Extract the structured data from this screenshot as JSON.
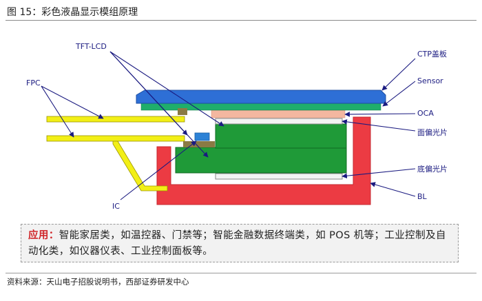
{
  "figure": {
    "title": "图 15：彩色液晶显示模组原理"
  },
  "labels": {
    "tft_lcd": "TFT-LCD",
    "fpc": "FPC",
    "ic": "IC",
    "ctp_cover": "CTP盖板",
    "sensor": "Sensor",
    "oca": "OCA",
    "front_polarizer": "面偏光片",
    "bottom_polarizer": "底偏光片",
    "bl": "BL"
  },
  "application": {
    "label": "应用：",
    "text": "智能家居类，如温控器、门禁等；智能金融数据终端类，如 POS 机等；工业控制及自动化类，如仪器仪表、工业控制面板等。"
  },
  "source": "资料来源：天山电子招股说明书，西部证券研发中心",
  "colors": {
    "ctp_cover": "#2e6fd6",
    "sensor": "#1fae6b",
    "oca": "#f3b7a0",
    "lcd_glass": "#1f9a38",
    "backlight": "#ec3b43",
    "fpc": "#f2ef16",
    "ic": "#2d82d6",
    "label_text": "#1a1a80",
    "application_label": "#d0272a"
  }
}
